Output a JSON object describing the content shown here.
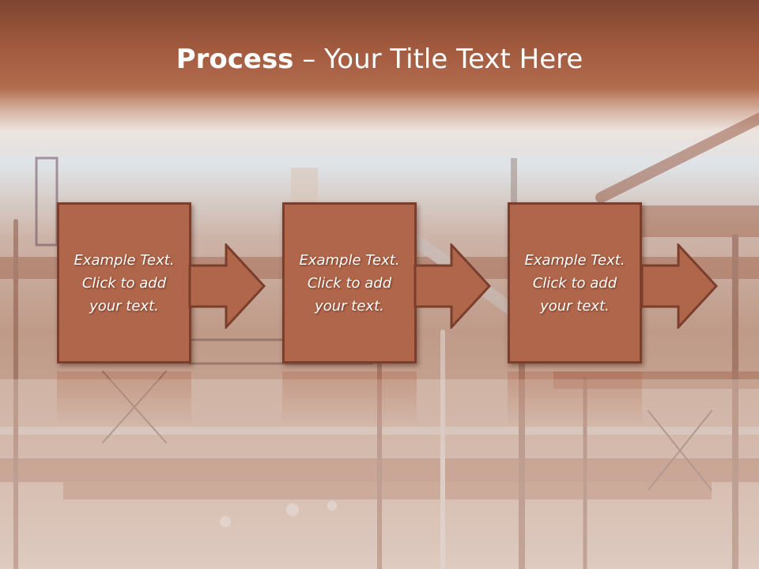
{
  "slide": {
    "title_bold": "Process",
    "title_rest": " – Your Title Text Here"
  },
  "steps": [
    {
      "line1": "Example Text.",
      "line2": "Click  to add",
      "line3": "your text."
    },
    {
      "line1": "Example Text.",
      "line2": "Click  to add",
      "line3": "your text."
    },
    {
      "line1": "Example Text.",
      "line2": "Click  to add",
      "line3": "your text."
    }
  ],
  "colors": {
    "header": "#a25a3e",
    "box_fill": "#b0664a",
    "box_border": "#7a3f2c",
    "arrow_fill": "#b0664a"
  }
}
